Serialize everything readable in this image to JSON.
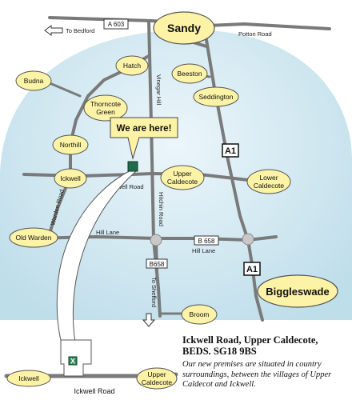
{
  "colors": {
    "sky_top": "#b7dae8",
    "sky_bottom": "#eaf5fa",
    "road": "#7a7a7a",
    "village_fill": "#fdf3a6",
    "callout_fill": "#fdf3a6",
    "marker": "#1f6b4a",
    "roundabout": "#c8c8c8"
  },
  "villages": {
    "sandy": "Sandy",
    "hatch": "Hatch",
    "budna": "Budna",
    "beeston": "Beeston",
    "thorncote_1": "Thorncote",
    "thorncote_2": "Green",
    "seddington": "Seddington",
    "northill": "Northill",
    "ickwell": "Ickwell",
    "upper_caldecote_1": "Upper",
    "upper_caldecote_2": "Caldecote",
    "lower_caldecote_1": "Lower",
    "lower_caldecote_2": "Caldecote",
    "old_warden": "Old Warden",
    "biggleswade": "Biggleswade",
    "broom": "Broom"
  },
  "roads": {
    "a603": "A 603",
    "to_bedford": "To Bedford",
    "potton_road": "Potton Road",
    "vinegar_hill": "Vinegar Hill",
    "a1_upper": "A1",
    "a1_lower": "A1",
    "ickwell_road": "Ickwell Road",
    "hitchin_road": "Hitchin Road",
    "warden_road": "Warden Road",
    "hill_lane_left": "Hill Lane",
    "b658_right": "B 658",
    "hill_lane_right": "Hill Lane",
    "b658_down": "B658",
    "to_shefford": "To Shefford"
  },
  "callout": {
    "text": "We are here!"
  },
  "inset": {
    "ickwell": "Ickwell",
    "upper_caldecote_1": "Upper",
    "upper_caldecote_2": "Caldecote",
    "road": "Ickwell Road",
    "marker": "X"
  },
  "address": {
    "line1": "Ickwell Road, Upper Caldecote,",
    "line2": "BEDS. SG18 9BS"
  },
  "description": "Our new premises are situated in country surroundings, between the villages of Upper Caldecot and Ickwell."
}
